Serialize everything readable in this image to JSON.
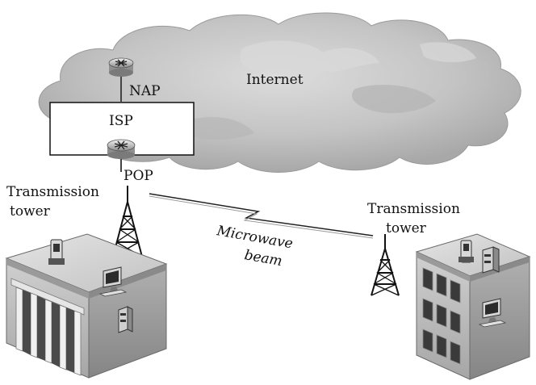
{
  "labels": {
    "internet": "Internet",
    "nap": "NAP",
    "isp": "ISP",
    "pop": "POP",
    "tower_left_line1": "Transmission",
    "tower_left_line2": "tower",
    "tower_right_line1": "Transmission",
    "tower_right_line2": "tower",
    "microwave_line1": "Microwave",
    "microwave_line2": "beam"
  },
  "colors": {
    "cloud": "#c9c9c9",
    "cloud_shadow": "#a9a9a9",
    "building_roof": "#d4d4d4",
    "building_front": "#bcbcbc",
    "building_side": "#9e9e9e",
    "ink": "#111111"
  },
  "icons": [
    "router-icon",
    "transmission-tower-icon",
    "computer-icon",
    "server-icon",
    "phone-icon",
    "building-icon"
  ]
}
